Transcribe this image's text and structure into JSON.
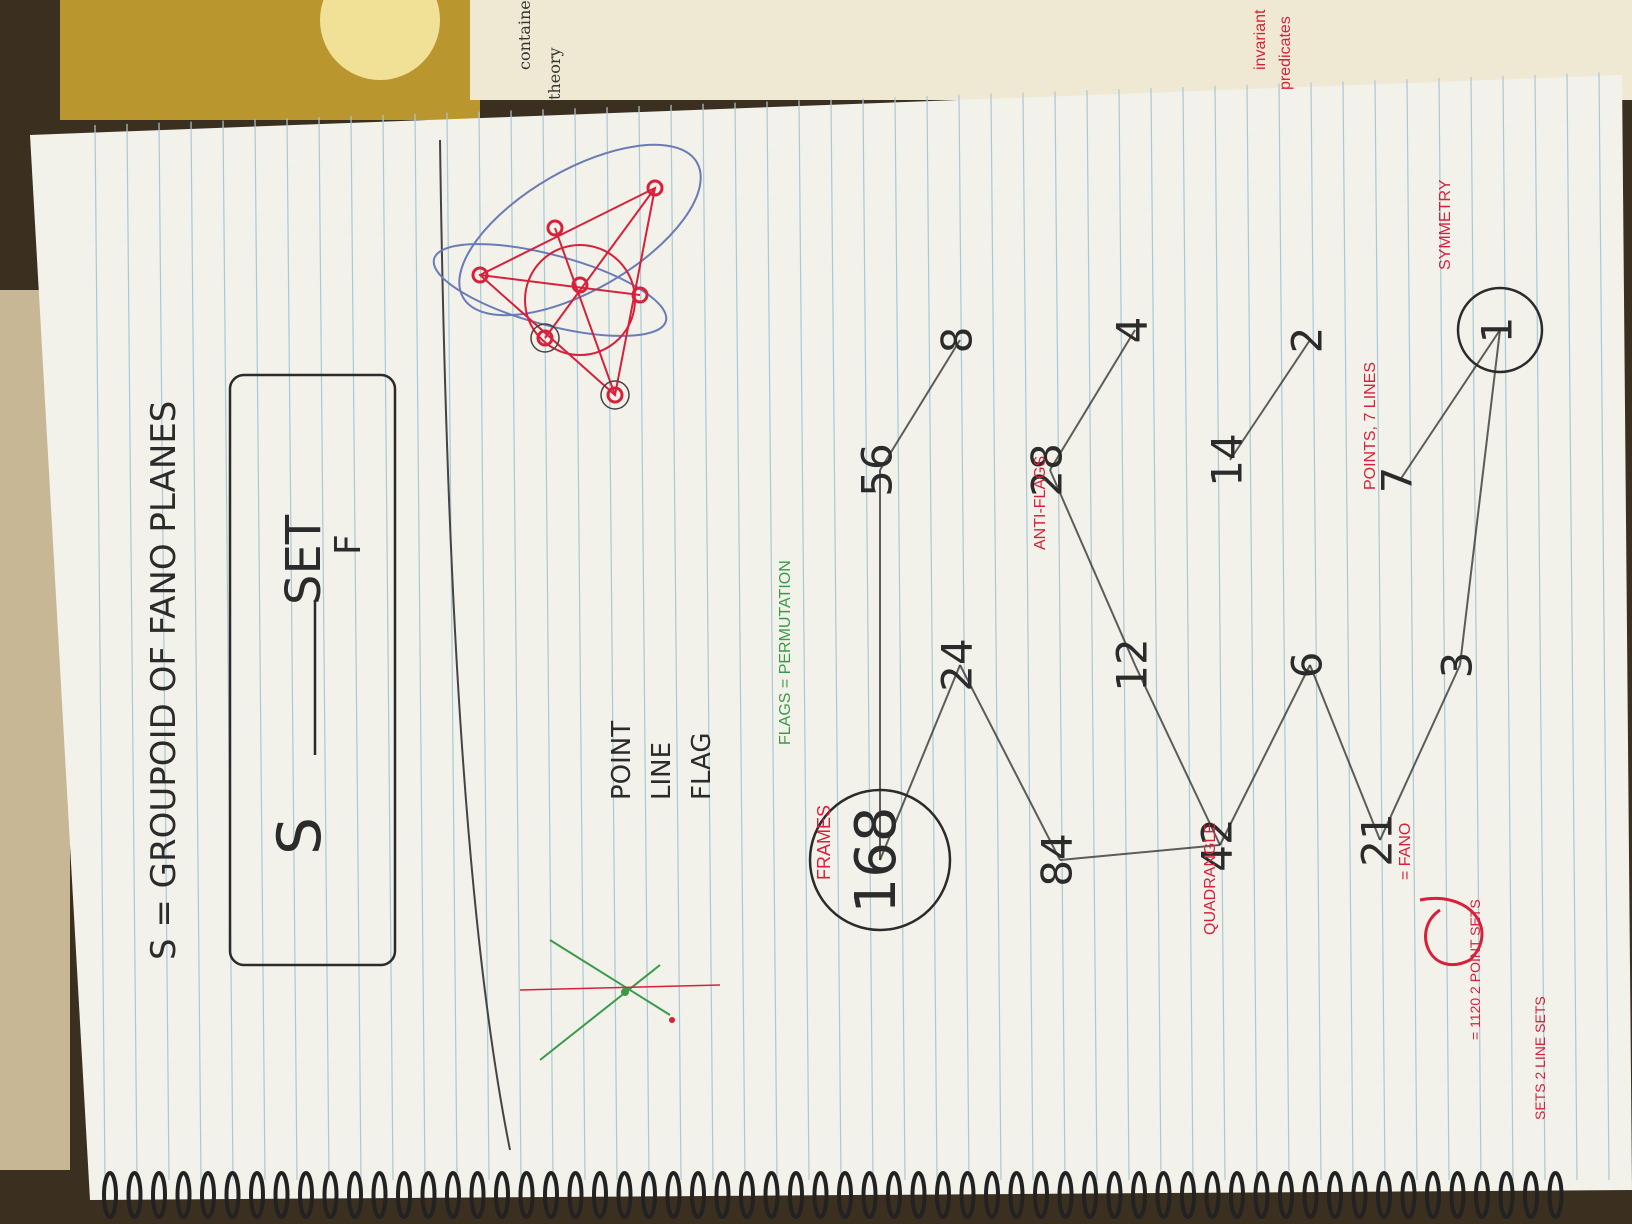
{
  "title": "S = GROUPOID OF FANO PLANES",
  "functor": {
    "source": "S",
    "target": "SET",
    "subscript": "F"
  },
  "fano_labels": [
    "POINT",
    "LINE",
    "FLAG"
  ],
  "diagram": {
    "nodes": [
      "168",
      "56",
      "24",
      "84",
      "28",
      "12",
      "42",
      "14",
      "6",
      "21",
      "7",
      "3",
      "2",
      "4",
      "8",
      "1"
    ],
    "annotations": {
      "frames": "FRAMES",
      "flags": "FLAGS = PERMUTATION",
      "anti_flags": "ANTI-FLAGS",
      "quadrangle": "QUADRANGLE",
      "points_lines": "POINTS, 7 LINES",
      "free": "= FANO",
      "symmetry": "SYMMETRY",
      "sets": "SETS 2\nLINE SETS",
      "sets_eq": "= 1120 2\nPOINT SETS"
    }
  },
  "notes_top": [
    "invariant",
    "predicates",
    "contained",
    "theory"
  ],
  "colors": {
    "ink": "#2b2b2b",
    "red": "#d8203a",
    "green": "#3a9a4a",
    "paper": "#f2f1ea",
    "rule": "#a7c9d8"
  }
}
